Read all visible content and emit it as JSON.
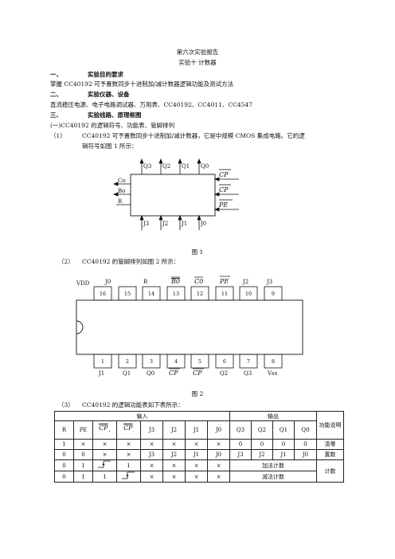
{
  "doc": {
    "title": "第六次实验报告",
    "subtitle": "实验十  计数器"
  },
  "sections": {
    "s1": {
      "num": "一、",
      "heading": "实验目的要求",
      "body": "掌握 CC40192 可予置数同步十进制加/减计数器逻辑功能及测试方法"
    },
    "s2": {
      "num": "二、",
      "heading": "实验仪器、设备",
      "body": "直流稳压电源、电子电路调试器、万用表、CC40192、CC4011、CC4547"
    },
    "s3": {
      "num": "三、",
      "heading": "实验线路、原理框图"
    },
    "sub1": "(一)CC40192 的逻辑符号、功能表、管脚排列",
    "item1_num": "（1）",
    "item1_line1": "CC40192 可予置数同步十进制加/减计数器，它是中规模 CMOS 集成电路。它的逻",
    "item1_line2": "辑符号如图 1 所示：",
    "item2_num": "（2）",
    "item2_text": "CC40192 的管脚排列如图 2 所示：",
    "item3_num": "（3）",
    "item3_text": "CC40192 的逻辑功能表如下表所示："
  },
  "fig1": {
    "caption": "图 1",
    "top_pins": [
      "Q3",
      "Q2",
      "Q1",
      "Q0"
    ],
    "left_pins": [
      "Co",
      "Bo",
      "R"
    ],
    "right_pins": [
      "CP",
      "CP",
      "PE"
    ],
    "bottom_pins": [
      "J3",
      "J2",
      "J1",
      "J0"
    ]
  },
  "fig2": {
    "caption": "图 2",
    "top_labels": [
      "VDD",
      "J0",
      "R",
      "B0",
      "C0",
      "PE",
      "J2",
      "J3"
    ],
    "top_numbers": [
      "16",
      "15",
      "14",
      "13",
      "12",
      "11",
      "10",
      "9"
    ],
    "bottom_numbers": [
      "1",
      "2",
      "3",
      "4",
      "5",
      "6",
      "7",
      "8"
    ],
    "bottom_labels": [
      "J1",
      "Q1",
      "Q0",
      "CP",
      "CP",
      "Q2",
      "Q3",
      "Vss"
    ]
  },
  "table": {
    "input_header": "输入",
    "output_header": "输出",
    "func_header": "功能说明",
    "cols": [
      "R",
      "PE",
      "CP",
      "CP",
      "J3",
      "J2",
      "J1",
      "J0",
      "Q3",
      "Q2",
      "Q1",
      "Q0"
    ],
    "rows": [
      {
        "cells": [
          "1",
          "×",
          "×",
          "×",
          "×",
          "×",
          "×",
          "×",
          "0",
          "0",
          "0",
          "0"
        ],
        "func": "清零"
      },
      {
        "cells": [
          "0",
          "0",
          "×",
          "×",
          "J3",
          "J2",
          "J1",
          "J0",
          "J3",
          "J2",
          "J1",
          "J0"
        ],
        "func": "置数"
      },
      {
        "cells": [
          "0",
          "1",
          "",
          "1",
          "×",
          "×",
          "×",
          "×"
        ],
        "merged": "加法计数"
      },
      {
        "cells": [
          "0",
          "1",
          "1",
          "",
          "×",
          "×",
          "×",
          "×"
        ],
        "merged": "减法计数"
      }
    ],
    "count_func": "计数"
  }
}
